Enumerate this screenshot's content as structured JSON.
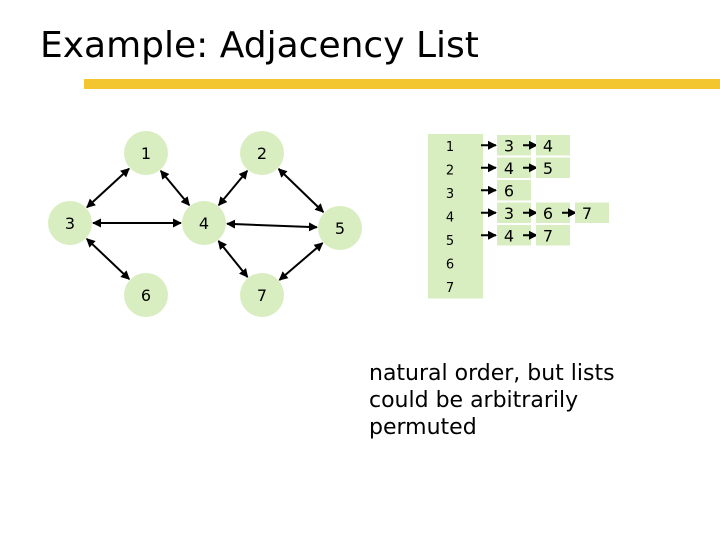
{
  "title": "Example:  Adjacency List",
  "colors": {
    "title_bar": "#f3c630",
    "node_fill": "#d8eec0",
    "cell_fill": "#d8eec0",
    "edge": "#000000"
  },
  "graph": {
    "nodes": [
      {
        "id": 1,
        "label": "1"
      },
      {
        "id": 2,
        "label": "2"
      },
      {
        "id": 3,
        "label": "3"
      },
      {
        "id": 4,
        "label": "4"
      },
      {
        "id": 5,
        "label": "5"
      },
      {
        "id": 6,
        "label": "6"
      },
      {
        "id": 7,
        "label": "7"
      }
    ],
    "edges": [
      [
        1,
        3
      ],
      [
        1,
        4
      ],
      [
        2,
        4
      ],
      [
        2,
        5
      ],
      [
        3,
        4
      ],
      [
        3,
        6
      ],
      [
        4,
        5
      ],
      [
        4,
        7
      ],
      [
        5,
        7
      ]
    ]
  },
  "adjacency": {
    "index_labels": [
      "1",
      "2",
      "3",
      "4",
      "5",
      "6",
      "7"
    ],
    "lists": [
      [
        "3",
        "4"
      ],
      [
        "4",
        "5"
      ],
      [
        "6"
      ],
      [
        "3",
        "6",
        "7"
      ],
      [
        "4",
        "7"
      ],
      [],
      []
    ]
  },
  "note": "natural order, but lists could be arbitrarily permuted"
}
